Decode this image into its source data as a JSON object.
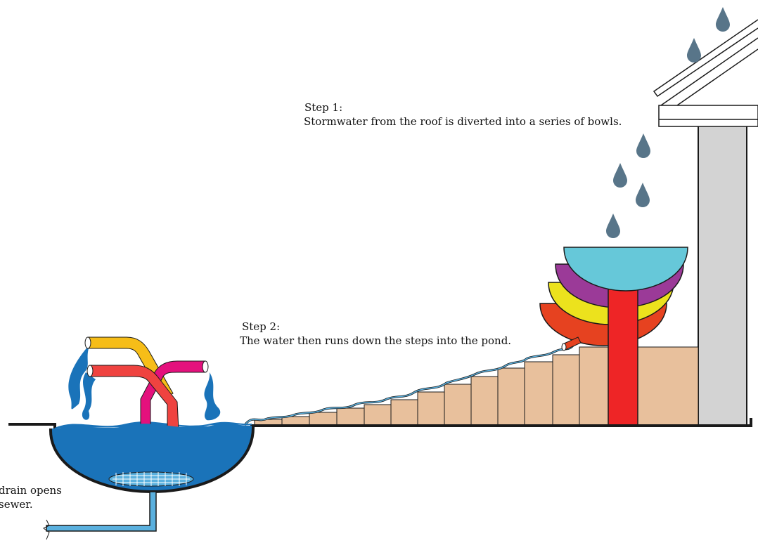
{
  "steps": {
    "step1": {
      "title": "Step 1:",
      "text": "Stormwater from the roof is diverted into a series of bowls."
    },
    "step2": {
      "title": "Step 2:",
      "text": "The water then runs down the steps into the pond."
    },
    "step3": {
      "line1": "drain opens",
      "line2": "sewer."
    }
  },
  "colors": {
    "water": "#1a73b9",
    "light_water": "#5ab0de",
    "steps": "#e8c09c",
    "wall": "#d3d3d3",
    "bowl_top": "#66c8d9",
    "bowl_purple": "#9b3a98",
    "bowl_yellow": "#ece21d",
    "bowl_red": "#e64220",
    "pillar": "#ee2526",
    "raindrop": "#587589",
    "pipe_yellow": "#f6bd18",
    "pipe_red": "#ef4340",
    "pipe_magenta": "#e4117d"
  }
}
